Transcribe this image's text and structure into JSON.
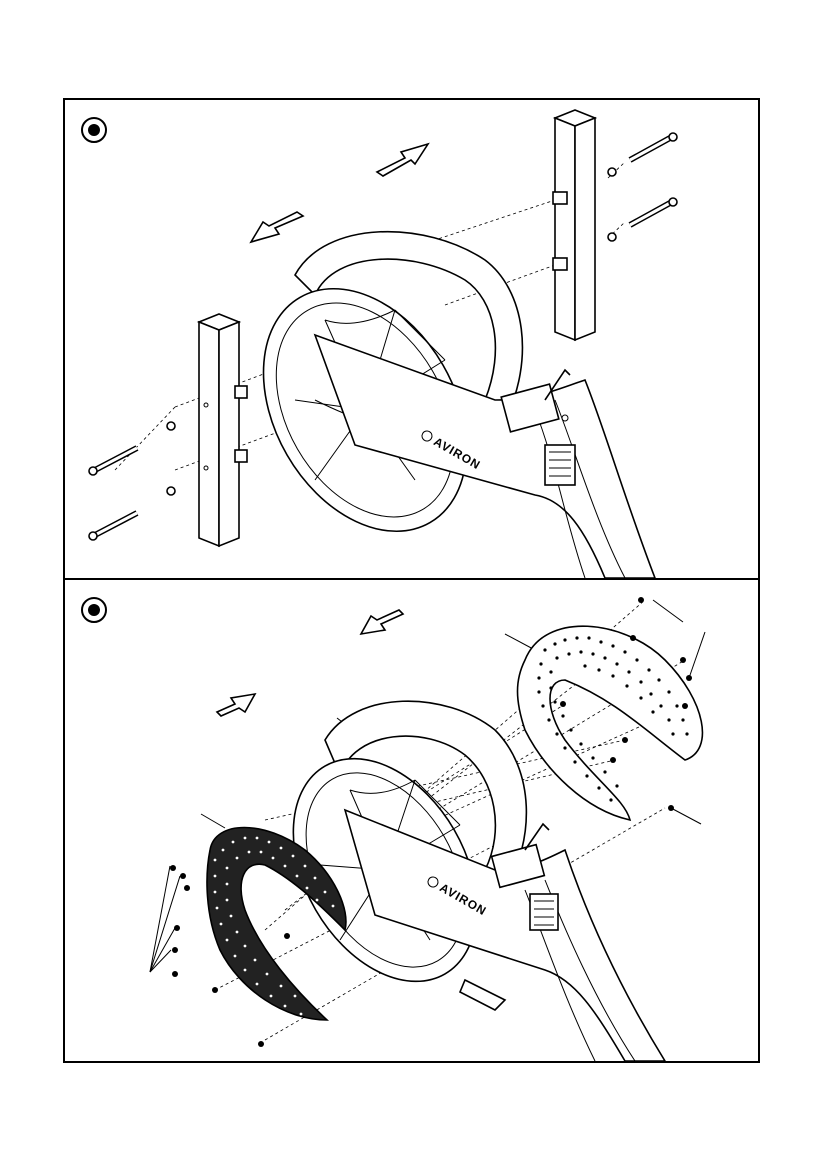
{
  "brand": {
    "logo_text": "AVIRON"
  },
  "steps": [
    {
      "id": "step-top"
    },
    {
      "id": "step-bottom"
    }
  ],
  "colors": {
    "ink": "#000000",
    "paper": "#ffffff"
  },
  "icons": {
    "step_marker": "filled-circle-icon",
    "direction": "arrow-icon",
    "bolt": "bolt-icon",
    "screw": "screw-icon"
  }
}
